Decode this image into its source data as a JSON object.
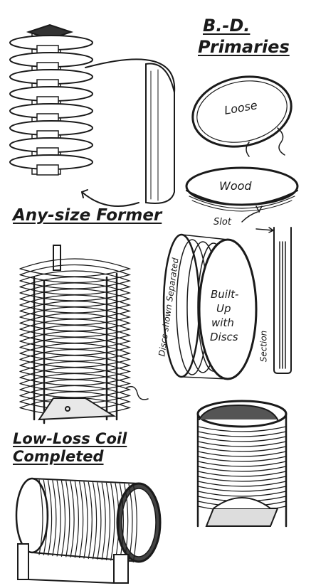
{
  "title": {
    "line1": "B.-D.",
    "line2": "Primaries"
  },
  "captions": {
    "any_size_former": "Any-size Former",
    "low_loss_coil_line1": "Low-Loss Coil",
    "low_loss_coil_line2": "Completed"
  },
  "labels": {
    "loose": "Loose",
    "wood": "Wood",
    "slot": "Slot",
    "discs_separated": "Discs shown Separated",
    "built_up_line1": "Built-",
    "built_up_line2": "Up",
    "built_up_line3": "with",
    "built_up_line4": "Discs",
    "section": "Section"
  },
  "colors": {
    "ink": "#1a1a1a",
    "paper": "#ffffff"
  }
}
